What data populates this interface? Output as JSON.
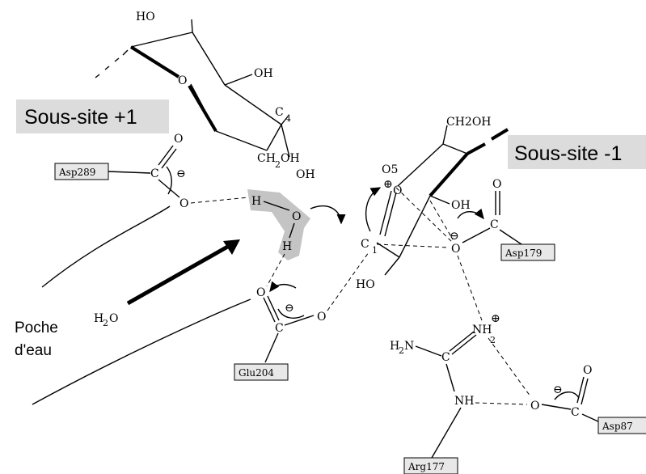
{
  "regions": {
    "subsite_plus1": "Sous-site +1",
    "subsite_minus1": "Sous-site -1",
    "water_pocket_line1": "Poche",
    "water_pocket_line2": "d'eau"
  },
  "residues": {
    "asp289": "Asp289",
    "asp179": "Asp179",
    "glu204": "Glu204",
    "arg177": "Arg177",
    "asp87": "Asp87"
  },
  "atoms": {
    "ho_top": "HO",
    "oh_ring1": "OH",
    "c4": "C",
    "c4_sub": "4",
    "ch2oh_ring1_main": "CH",
    "ch2oh_ring1_sub": "2",
    "ch2oh_ring1_tail": "OH",
    "ch2oh_ring2": "CH2OH",
    "o5": "O5",
    "c1": "C",
    "c1_sub": "1",
    "oh_ring2": "OH",
    "ho_ring2": "HO",
    "water_h_top": "H",
    "water_o": "O",
    "water_h_bottom": "H",
    "h2o_main": "H",
    "h2o_sub": "2",
    "h2o_tail": "O",
    "carboxyl_c": "C",
    "carboxyl_o": "O",
    "minus": "⊖",
    "plus": "⊕",
    "h2n": "H",
    "h2n_sub": "2",
    "h2n_tail": "N",
    "nh2_main": "NH",
    "nh2_sub": "2",
    "nh": "NH",
    "guan_c": "C"
  }
}
